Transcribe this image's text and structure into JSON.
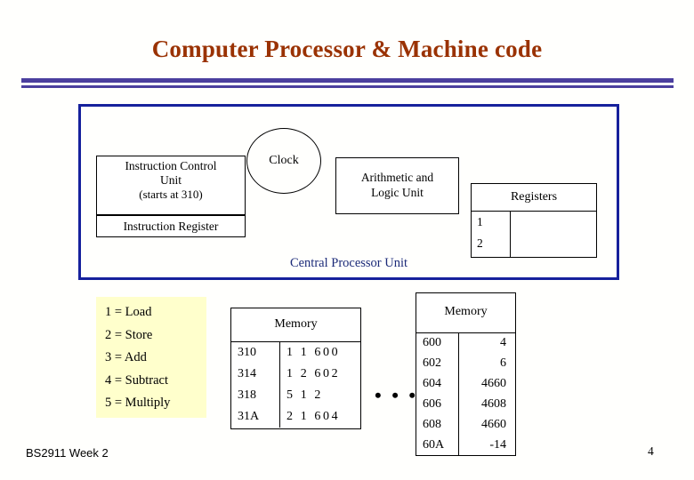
{
  "slide": {
    "title": "Computer Processor & Machine code",
    "accent_rule_color": "#4b3f9e",
    "title_color": "#9a3203"
  },
  "cpu": {
    "border_color": "#16219c",
    "caption": "Central Processor Unit",
    "caption_color": "#1b2a78",
    "instruction_control_unit": {
      "line1": "Instruction Control",
      "line2": "Unit",
      "line3": "(starts at 310)"
    },
    "instruction_register": "Instruction Register",
    "clock": "Clock",
    "alu": {
      "line1": "Arithmetic and",
      "line2": "Logic Unit"
    },
    "registers": {
      "header": "Registers",
      "rows": [
        "1",
        "2"
      ]
    }
  },
  "legend": {
    "background": "#ffffcc",
    "items": [
      "1 = Load",
      "2 = Store",
      "3 = Add",
      "4 = Subtract",
      "5 = Multiply"
    ]
  },
  "memory_left": {
    "header": "Memory",
    "rows": [
      {
        "address": "310",
        "value": "1 1 600"
      },
      {
        "address": "314",
        "value": "1 2 602"
      },
      {
        "address": "318",
        "value": "5 1 2"
      },
      {
        "address": "31A",
        "value": "2 1 604"
      }
    ]
  },
  "memory_right": {
    "header": "Memory",
    "rows": [
      {
        "address": "600",
        "value": "4"
      },
      {
        "address": "602",
        "value": "6"
      },
      {
        "address": "604",
        "value": "4660"
      },
      {
        "address": "606",
        "value": "4608"
      },
      {
        "address": "608",
        "value": "4660"
      },
      {
        "address": "60A",
        "value": "-14"
      }
    ]
  },
  "ellipsis": "• • •",
  "footer": {
    "left": "BS2911 Week 2",
    "page": "4"
  }
}
